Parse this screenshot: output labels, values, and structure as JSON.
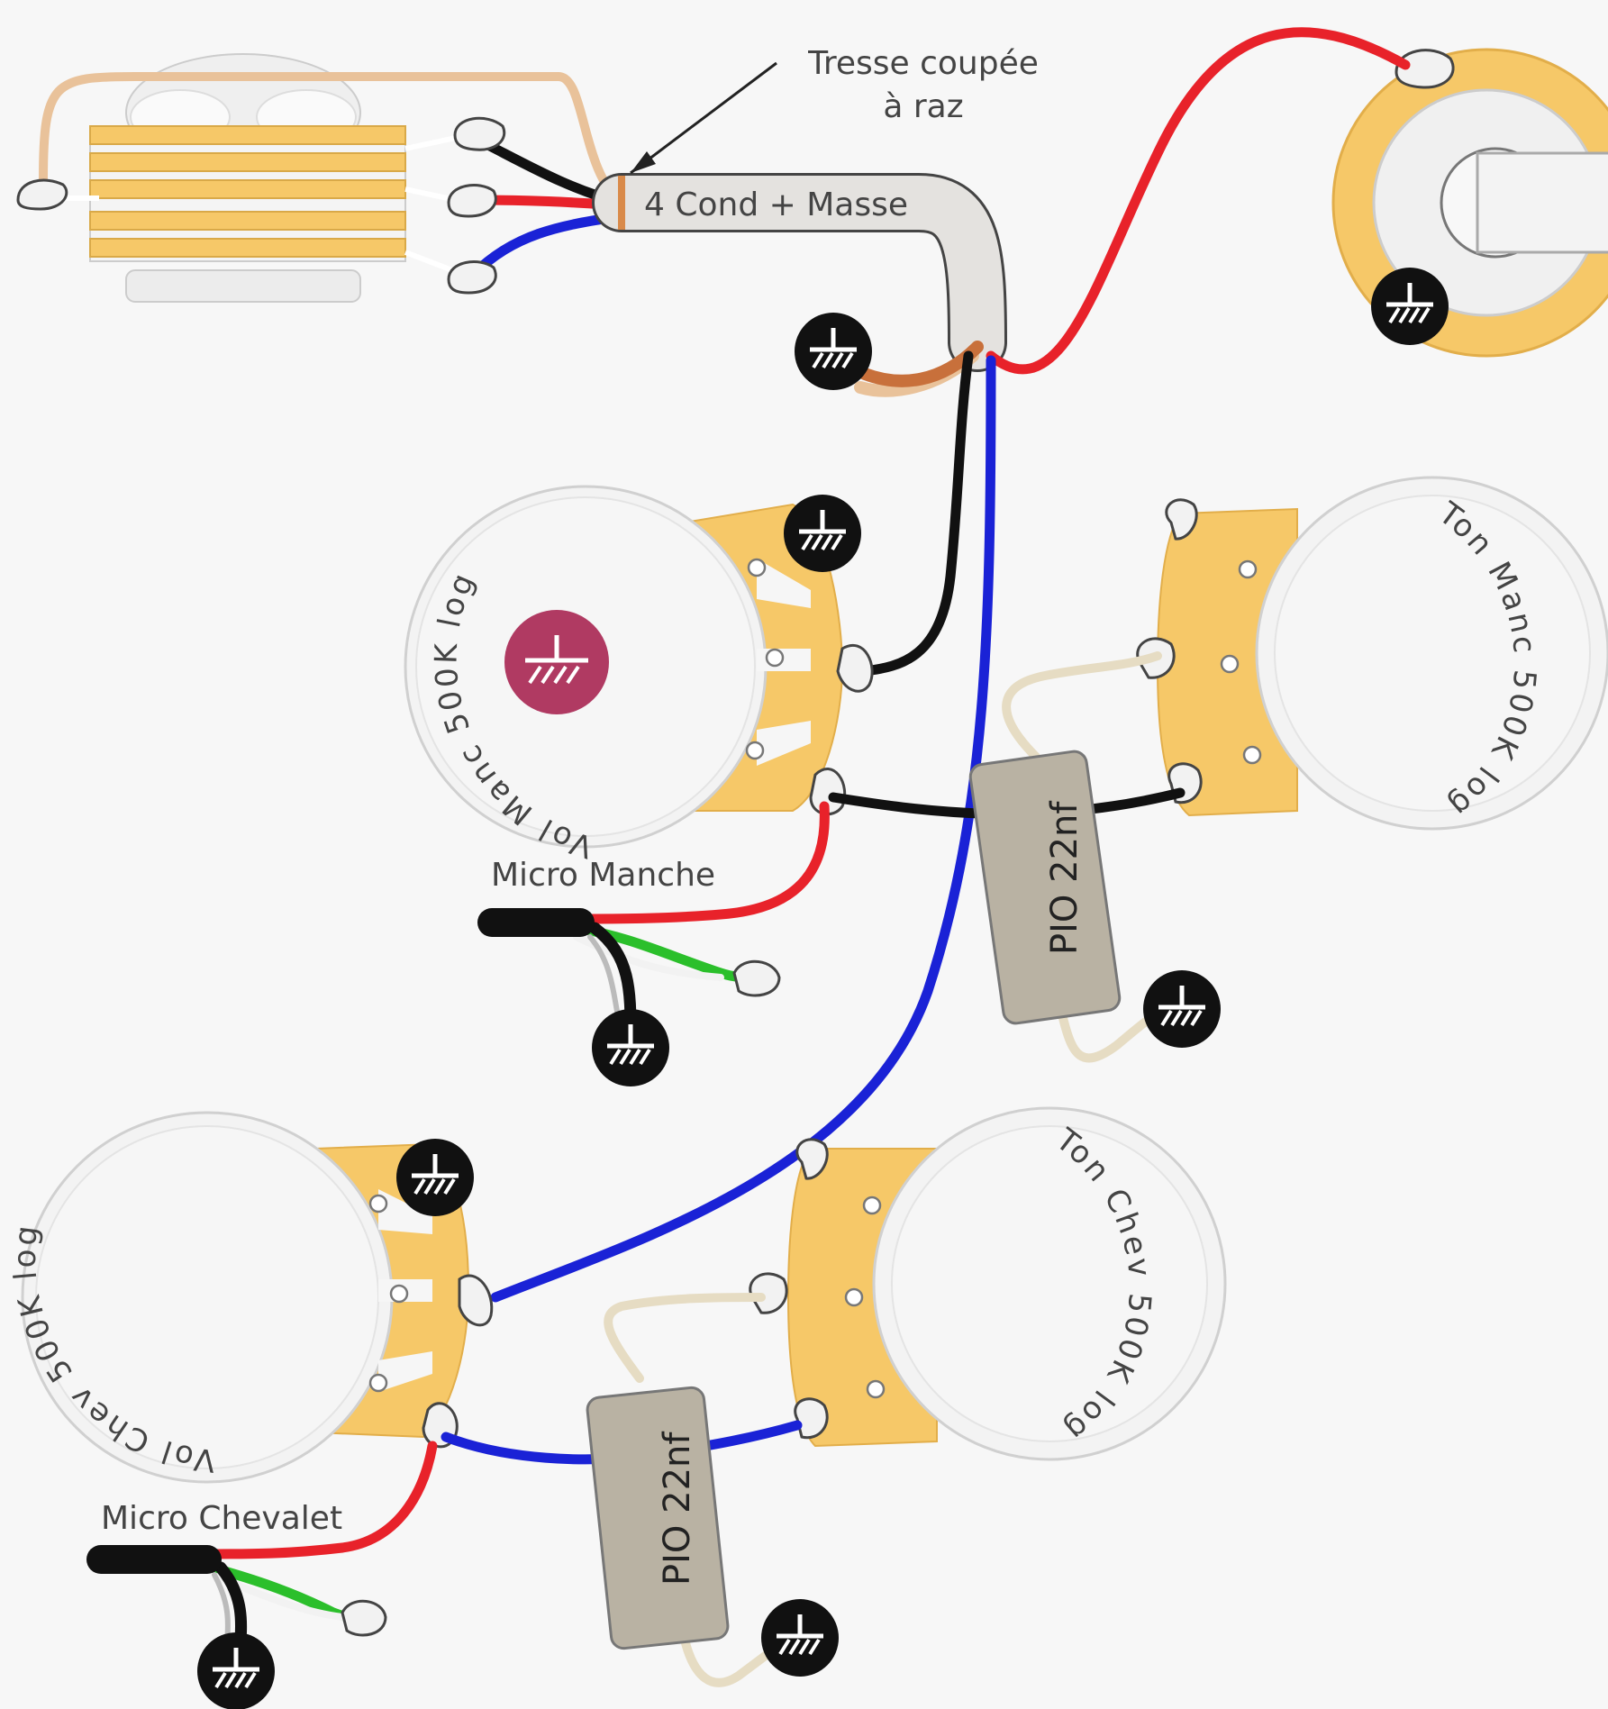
{
  "labels": {
    "tresse_line1": "Tresse coupée",
    "tresse_line2": "à raz",
    "cable": "4 Cond + Masse",
    "micro_manche": "Micro Manche",
    "micro_chevalet": "Micro Chevalet"
  },
  "pots": {
    "vol_manche": "Vol Manc 500K log",
    "ton_manche": "Ton Manc 500K log",
    "vol_chevalet": "Vol Chev 500K log",
    "ton_chevalet": "Ton Chev 500K log"
  },
  "capacitors": {
    "cap1": "PIO 22nf",
    "cap2": "PIO 22nf"
  },
  "colors": {
    "red": "#e8222a",
    "blue": "#1a22d6",
    "black": "#111111",
    "green": "#2bbf2b",
    "bare": "#e9c29a",
    "cap_lead": "#e6dcc3",
    "pot_lugs": "#f5c86a",
    "capacitor": "#b9b2a3",
    "highlight_ground": "#b03a62"
  }
}
